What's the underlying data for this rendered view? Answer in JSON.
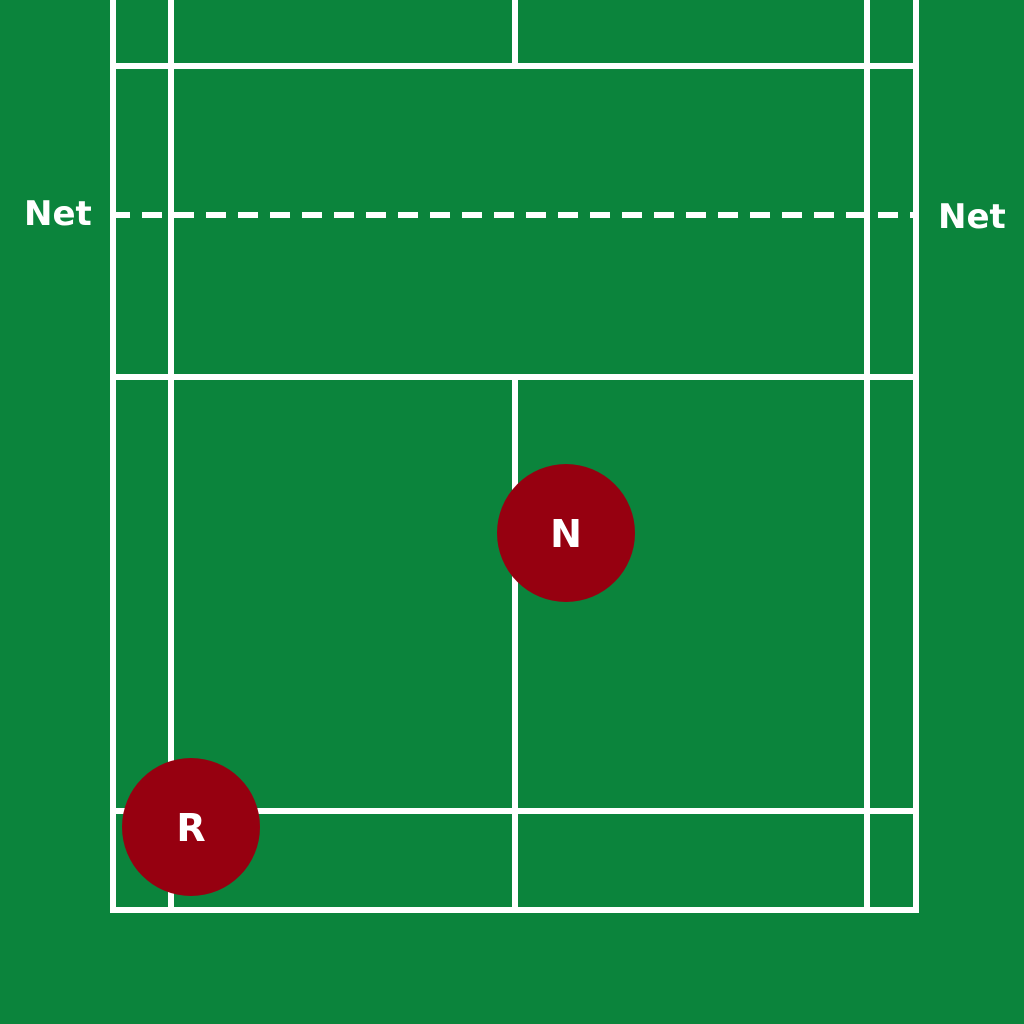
{
  "labels": {
    "net_left": "Net",
    "net_right": "Net"
  },
  "players": {
    "n": {
      "letter": "N"
    },
    "r": {
      "letter": "R"
    }
  },
  "colors": {
    "court_green": "#0b843c",
    "line_white": "#ffffff",
    "player_red": "#960010"
  }
}
